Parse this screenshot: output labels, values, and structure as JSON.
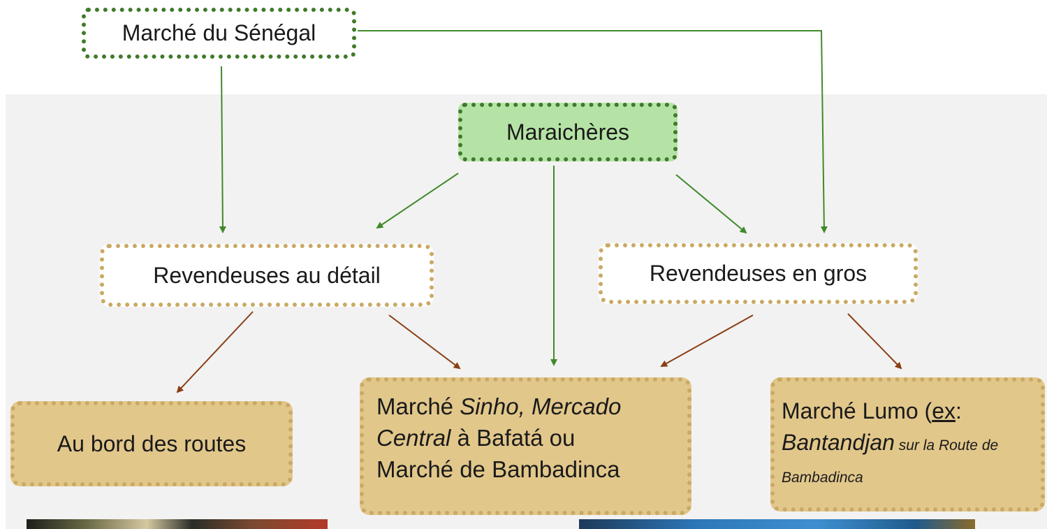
{
  "nodes": {
    "senegal": "Marché du Sénégal",
    "maraicheres": "Maraichères",
    "detail": "Revendeuses au détail",
    "gros": "Revendeuses en gros",
    "routes": "Au bord des routes",
    "sinho": {
      "line1_pre": "Marché ",
      "line1_italic": "Sinho, Mercado",
      "line2_italic": "Central",
      "line2_post": " à Bafatá ou",
      "line3": "Marché de Bambadinca"
    },
    "lumo": {
      "pre": "Marché Lumo (",
      "underlined": "ex",
      "colon": ":",
      "italic_main": "Bantandjan",
      "italic_small": " sur la Route de Bambadinca"
    }
  },
  "colors": {
    "green_arrow": "#3f8a2a",
    "brown_arrow": "#8a3e14",
    "green_border": "#3f7a2a",
    "tan_border": "#c9a964",
    "tan_fill": "#e2c78b",
    "green_fill": "#b5e3a5",
    "panel_bg": "#f2f2f2"
  },
  "photos": [
    "left-photo",
    "right-photo"
  ]
}
